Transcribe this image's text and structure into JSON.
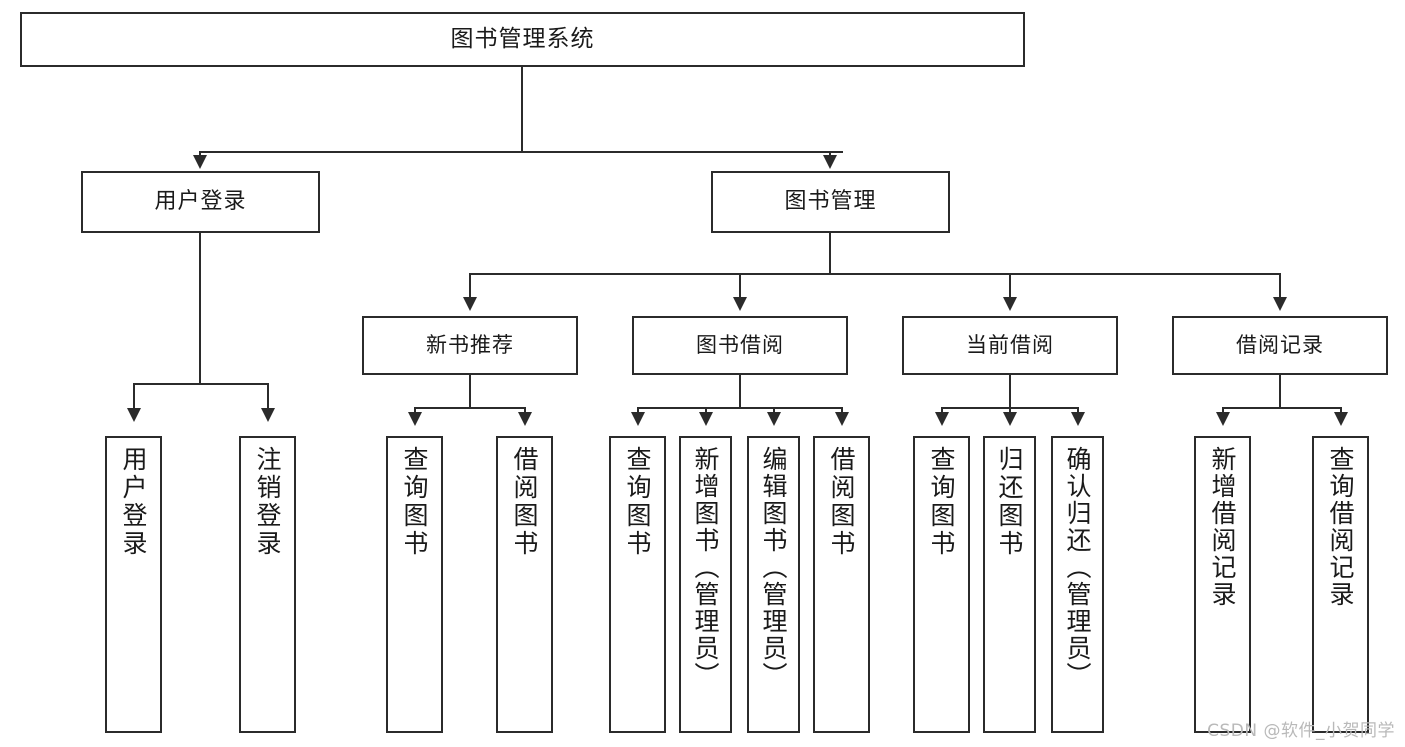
{
  "diagram": {
    "type": "tree",
    "title": "图书管理系统",
    "watermark": "CSDN @软件_小贺同学",
    "colors": {
      "box_border": "#2b2b2b",
      "box_fill": "#ffffff",
      "line": "#2b2b2b",
      "text": "#1a1a1a",
      "watermark": "#b9b9b9"
    }
  },
  "nodes": {
    "root": {
      "label": "图书管理系统"
    },
    "level2": [
      {
        "id": "user-login",
        "label": "用户登录"
      },
      {
        "id": "book-mgmt",
        "label": "图书管理"
      }
    ],
    "level3": [
      {
        "id": "new-book-rec",
        "label": "新书推荐"
      },
      {
        "id": "book-borrow",
        "label": "图书借阅"
      },
      {
        "id": "current-borrow",
        "label": "当前借阅"
      },
      {
        "id": "borrow-record",
        "label": "借阅记录"
      }
    ],
    "leaves": {
      "user_login": [
        {
          "id": "leaf-user-login",
          "label": "用户登录"
        },
        {
          "id": "leaf-logout-login",
          "label": "注销登录"
        }
      ],
      "new_book_rec": [
        {
          "id": "leaf-query-book-1",
          "label": "查询图书"
        },
        {
          "id": "leaf-borrow-book-1",
          "label": "借阅图书"
        }
      ],
      "book_borrow": [
        {
          "id": "leaf-query-book-2",
          "label": "查询图书"
        },
        {
          "id": "leaf-add-book",
          "label": "新增图书（管理员）"
        },
        {
          "id": "leaf-edit-book",
          "label": "编辑图书（管理员）"
        },
        {
          "id": "leaf-borrow-book-2",
          "label": "借阅图书"
        }
      ],
      "current_borrow": [
        {
          "id": "leaf-query-book-3",
          "label": "查询图书"
        },
        {
          "id": "leaf-return-book",
          "label": "归还图书"
        },
        {
          "id": "leaf-confirm-return",
          "label": "确认归还（管理员）"
        }
      ],
      "borrow_record": [
        {
          "id": "leaf-add-record",
          "label": "新增借阅记录"
        },
        {
          "id": "leaf-query-record",
          "label": "查询借阅记录"
        }
      ]
    }
  }
}
